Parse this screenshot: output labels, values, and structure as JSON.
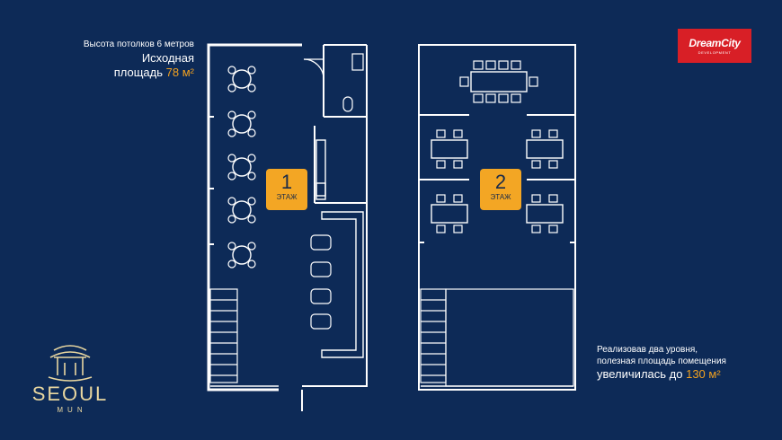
{
  "info": {
    "ceiling": "Высота потолков 6 метров",
    "line2": "Исходная",
    "line3_prefix": "площадь",
    "line3_value": "78 м²"
  },
  "brand": {
    "name": "DreamCity",
    "sub": "DEVELOPMENT"
  },
  "floors": [
    {
      "num": "1",
      "label": "ЭТАЖ"
    },
    {
      "num": "2",
      "label": "ЭТАЖ"
    }
  ],
  "result": {
    "line1": "Реализовав два уровня,",
    "line2": "полезная площадь помещения",
    "line3_prefix": "увеличилась до",
    "line3_value": "130 м²"
  },
  "logo": {
    "word": "SEOUL",
    "sub": "MUN"
  },
  "colors": {
    "background": "#0d2a57",
    "accent": "#f0a020",
    "brand": "#d81f26"
  }
}
